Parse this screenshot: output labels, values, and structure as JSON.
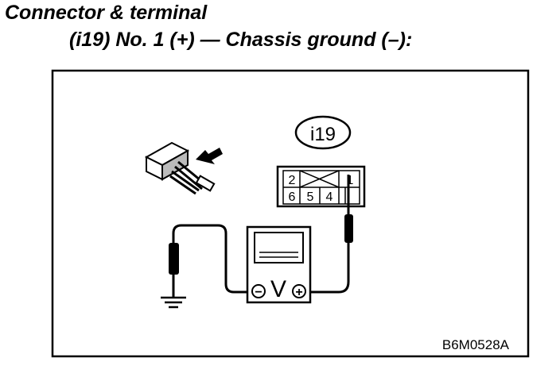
{
  "heading": {
    "line1": "Connector & terminal",
    "line2": "(i19) No. 1 (+) — Chassis ground (–):"
  },
  "diagram": {
    "connector_label": "i19",
    "figure_code": "B6M0528A",
    "meter": {
      "symbol": "V",
      "neg": "−",
      "pos": "+"
    },
    "pins": {
      "p1": "1",
      "p2": "2",
      "p4": "4",
      "p5": "5",
      "p6": "6"
    }
  }
}
